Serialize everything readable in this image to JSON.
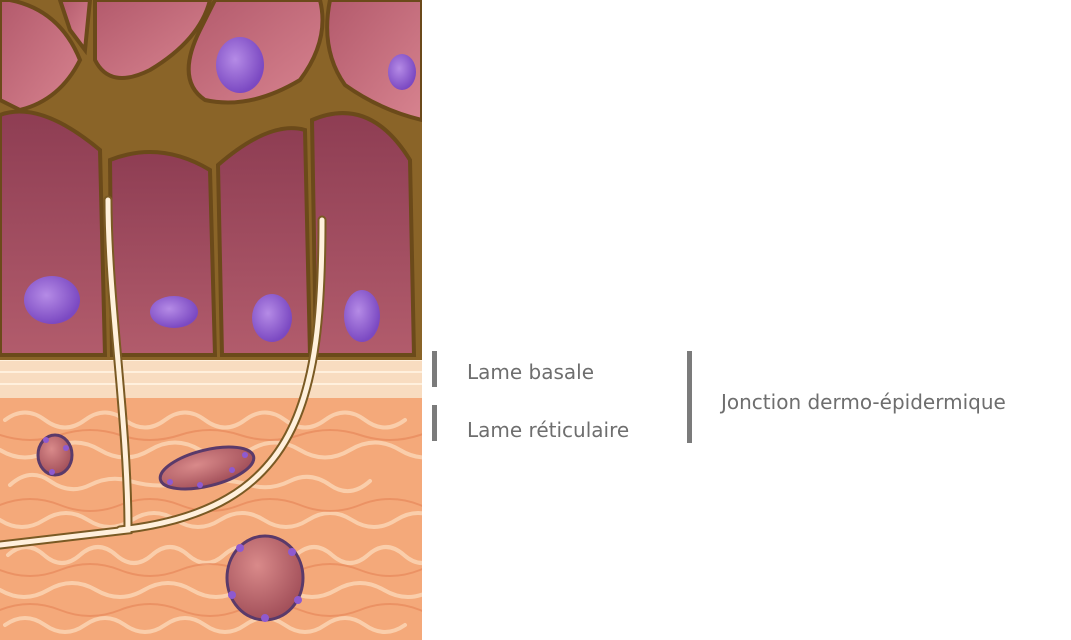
{
  "labels": {
    "basal": "Lame basale",
    "reticular": "Lame réticulaire",
    "junction": "Jonction dermo-épidermique"
  },
  "colors": {
    "label_text": "#6e6e6e",
    "bracket": "#7b7b7b",
    "cell_fill": "#a04a5f",
    "upper_cell_fill": "#c06a7a",
    "membrane": "#7a5a24",
    "nucleus": "#8e5ad0",
    "basal_band": "#f8dcc0",
    "dermis": "#f4a97a",
    "fiber": "#fff2e0"
  },
  "illustration": {
    "icon": "skin-histology-illustration"
  }
}
